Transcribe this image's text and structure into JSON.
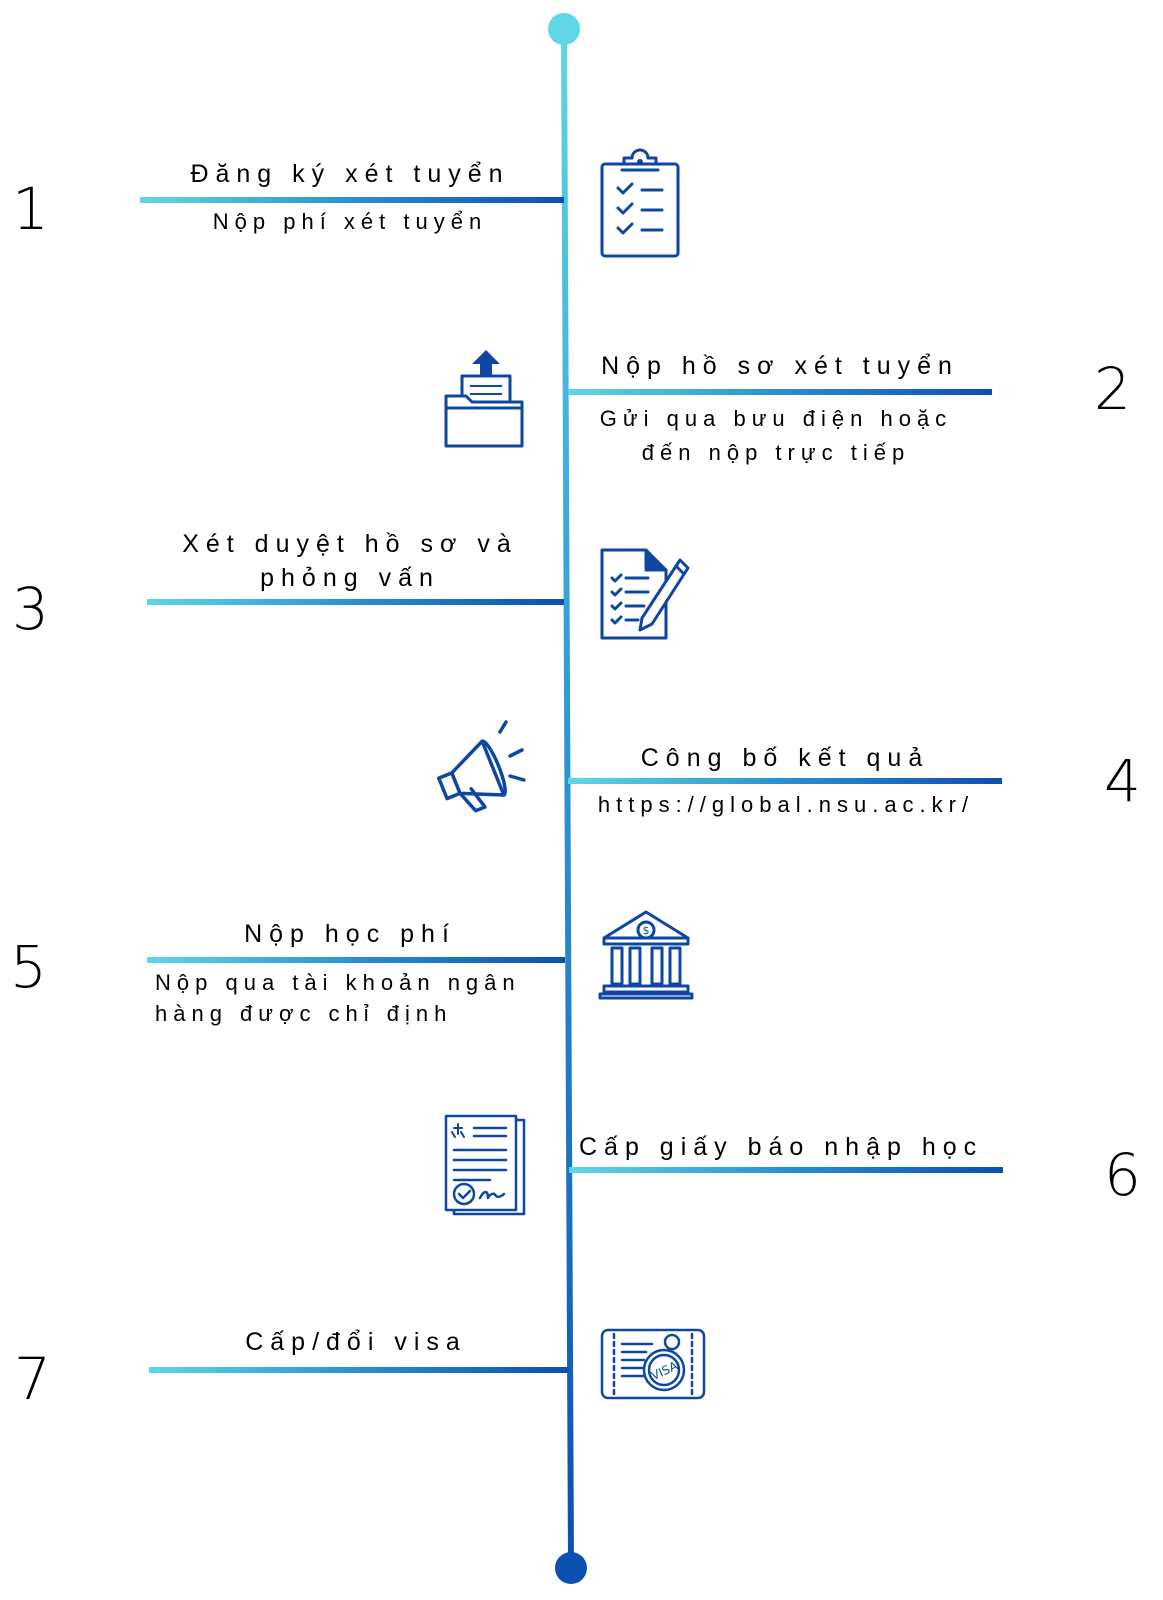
{
  "colors": {
    "top_dot": "#5fd6e6",
    "bottom_dot": "#0b4fb0",
    "icon": "#0d47a1"
  },
  "steps": [
    {
      "number": "1",
      "title": "Đăng ký xét tuyển",
      "subtitle": "Nộp phí xét tuyển",
      "icon": "clipboard-checklist-icon"
    },
    {
      "number": "2",
      "title": "Nộp hồ sơ xét tuyển",
      "subtitle_line1": "Gửi qua bưu điện hoặc",
      "subtitle_line2": "đến nộp trực tiếp",
      "icon": "folder-upload-icon"
    },
    {
      "number": "3",
      "title_line1": "Xét duyệt hồ sơ và",
      "title_line2": "phỏng vấn",
      "icon": "document-pen-icon"
    },
    {
      "number": "4",
      "title": "Công bố kết quả",
      "subtitle": "https://global.nsu.ac.kr/",
      "icon": "megaphone-icon"
    },
    {
      "number": "5",
      "title": "Nộp học phí",
      "subtitle_line1": "Nộp qua tài khoản ngân",
      "subtitle_line2": "hàng được chỉ định",
      "icon": "bank-icon"
    },
    {
      "number": "6",
      "title": "Cấp giấy báo nhập học",
      "icon": "certificate-icon"
    },
    {
      "number": "7",
      "title": "Cấp/đổi visa",
      "icon": "visa-passport-icon"
    }
  ]
}
